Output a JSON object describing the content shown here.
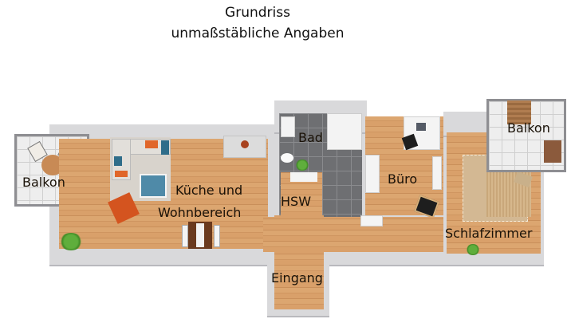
{
  "header": {
    "title": "Grundriss",
    "subtitle": "unmaßstäbliche Angaben"
  },
  "rooms": [
    {
      "id": "balkon-west",
      "label": "Balkon",
      "floor": "tiles"
    },
    {
      "id": "kueche-wohnbereich",
      "label": "Küche und Wohnbereich",
      "label_line1": "Küche und",
      "label_line2": "Wohnbereich",
      "floor": "wood"
    },
    {
      "id": "bad",
      "label": "Bad",
      "floor": "grey-tiles"
    },
    {
      "id": "hsw",
      "label": "HSW",
      "floor": "wood"
    },
    {
      "id": "buero",
      "label": "Büro",
      "floor": "wood"
    },
    {
      "id": "balkon-ost",
      "label": "Balkon",
      "floor": "tiles"
    },
    {
      "id": "schlafzimmer",
      "label": "Schlafzimmer",
      "floor": "wood"
    },
    {
      "id": "eingang",
      "label": "Eingang",
      "floor": "wood"
    }
  ],
  "colors": {
    "wood": "#d9a06a",
    "wall": "#d9d9db",
    "grey_tile": "#6e6f72",
    "sofa_orange": "#e0662a",
    "accent_blue": "#2f6d8a"
  }
}
